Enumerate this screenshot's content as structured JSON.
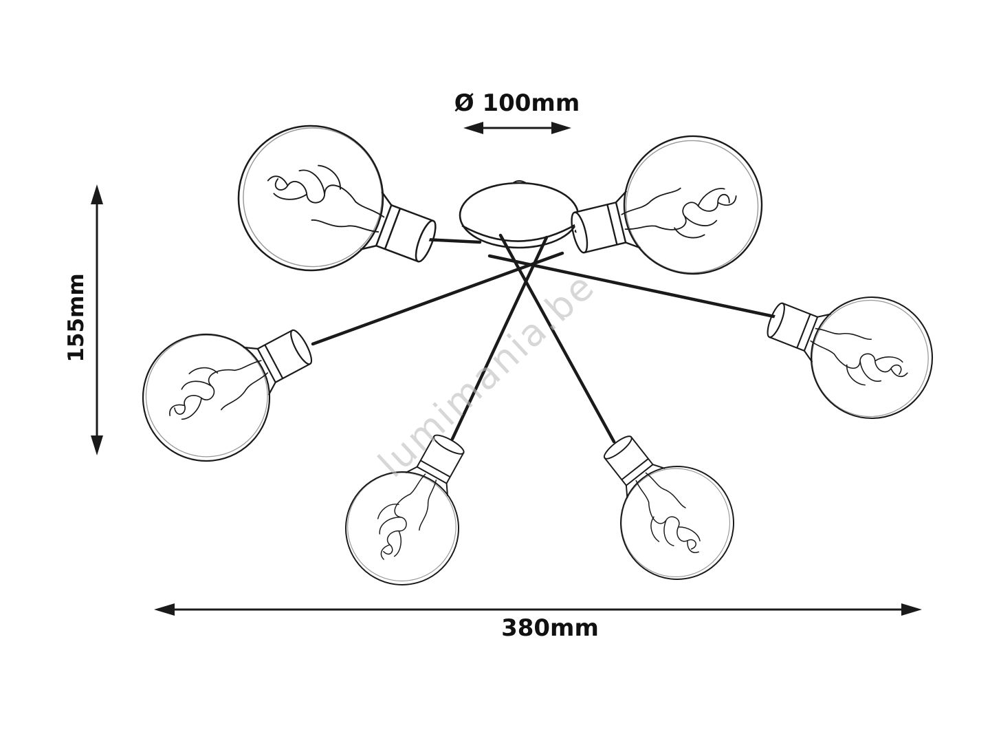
{
  "drawing": {
    "description": "technical line drawing of a 6-arm sputnik ceiling light with globe filament bulbs",
    "bulb_count": 6,
    "line_color": "#1a1a1a",
    "background": "#ffffff"
  },
  "dimensions": {
    "canopy_diameter_label": "Ø 100mm",
    "height_label": "155mm",
    "width_label": "380mm"
  },
  "watermark": {
    "text": "lumimania.be",
    "color": "#bdbdbd"
  }
}
